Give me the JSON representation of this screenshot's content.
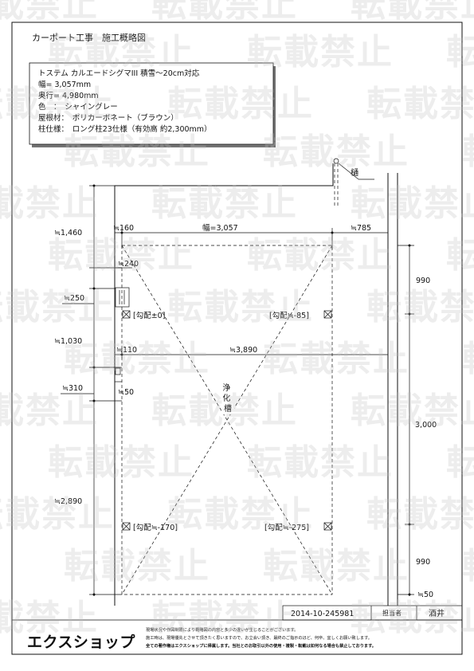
{
  "title": "カーポート工事　施工概略図",
  "spec": [
    "トステム カルエードシグマIII 積雪～20cm対応",
    "幅= 3,057mm",
    "奥行= 4,980mm",
    "色　：　シャイングレー",
    "屋根材：　ポリカーボネート（ブラウン）",
    "柱仕様：　ロング柱23仕様（有効高 約2,300mm）"
  ],
  "labels": {
    "gutter": "樋",
    "tank": "浄化槽",
    "slope_tl": "[勾配±0]",
    "slope_tr": "[勾配≒-85]",
    "slope_bl": "[勾配≒-170]",
    "slope_br": "[勾配≒-275]"
  },
  "dims": {
    "d160": "≒160",
    "width": "幅=3,057",
    "d785": "≒785",
    "d1460": "≒1,460",
    "d240": "≒240",
    "d250": "≒250",
    "d1030": "≒1,030",
    "d110": "≒110",
    "d3890": "≒3,890",
    "d310": "≒310",
    "d50l": "≒50",
    "d2890": "≒2,890",
    "d990t": "990",
    "d3000": "3,000",
    "d990b": "990",
    "d50r": "≒50"
  },
  "footer": {
    "doc_no": "2014-10-245981",
    "person_label": "担当者",
    "person": "酒井",
    "logo": "エクスショップ",
    "note1": "現場状況や作図制限により概略図の内容と多少の違いが生じることがございます。",
    "note2": "施工時は、現場優先とさせて頂きたく思いますので、お立会い頂き、最終のご指示のほど、何卒、宜しくお願い致します。",
    "note3": "全ての著作権はエクスショップに帰属します。当社とのお取引以外の使用・複製・転載は如何なる場合も禁止しております。"
  },
  "watermark": "転載禁止"
}
